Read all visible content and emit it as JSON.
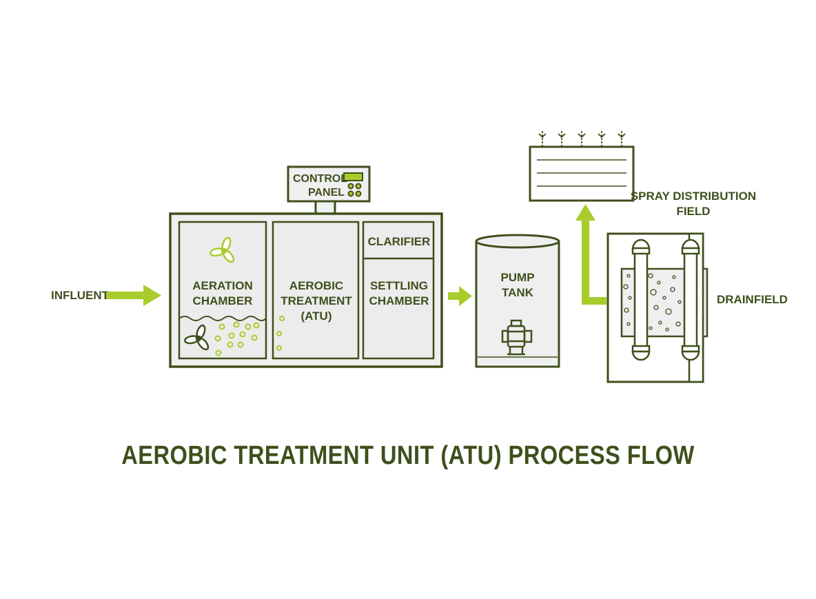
{
  "diagram": {
    "title": "AEROBIC TREATMENT UNIT (ATU) PROCESS FLOW",
    "labels": {
      "influent": "INFLUENT",
      "control_panel_line1": "CONTROL",
      "control_panel_line2": "PANEL",
      "aeration_line1": "AERATION",
      "aeration_line2": "CHAMBER",
      "aerobic_line1": "AEROBIC",
      "aerobic_line2": "TREATMENT",
      "aerobic_line3": "(ATU)",
      "clarifier": "CLARIFIER",
      "settling_line1": "SETTLING",
      "settling_line2": "CHAMBER",
      "pump_line1": "PUMP",
      "pump_line2": "TANK",
      "spray_line1": "SPRAY DISTRIBUTION",
      "spray_line2": "FIELD",
      "drainfield": "DRAINFIELD"
    },
    "colors": {
      "outline": "#3f4f1c",
      "accent": "#a8cc2c",
      "fill": "#f0f0f0"
    },
    "icons": [
      "aerator-fan-icon",
      "mixer-icon",
      "bubble-icon",
      "pump-icon",
      "sprinkler-icon",
      "flow-arrow-icon"
    ]
  }
}
